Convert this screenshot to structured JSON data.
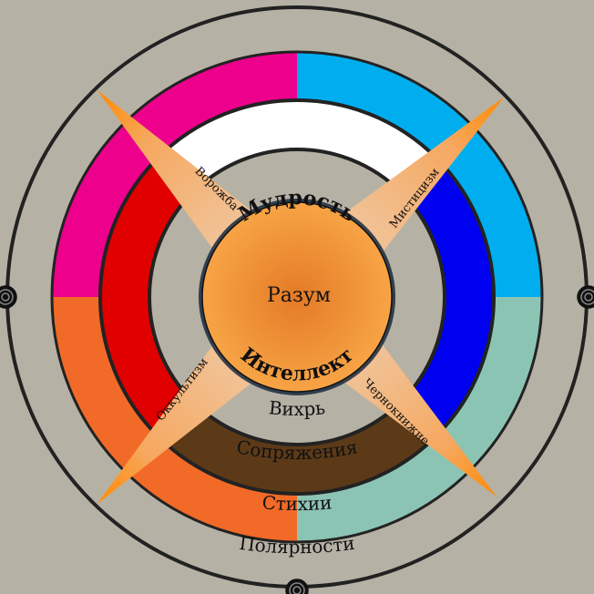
{
  "center": {
    "title": "Разум",
    "top_arc": "Мудрость",
    "bottom_arc": "Интеллект"
  },
  "blades": [
    {
      "label": "Ворожба"
    },
    {
      "label": "Мистицизм"
    },
    {
      "label": "Оккультизм"
    },
    {
      "label": "Чернокнижие"
    }
  ],
  "rings": {
    "inner_top": "Вихрь",
    "inner_band": "Сопряжения",
    "outer_band": "Стихии",
    "outermost": "Полярности"
  },
  "colors": {
    "background": "#b6b1a5",
    "outer_tl": "#ec008c",
    "outer_tr": "#00aeef",
    "outer_br": "#8cc4b4",
    "outer_bl": "#f26a28",
    "inner_top": "#ffffff",
    "inner_right": "#0000f0",
    "inner_bottom": "#5c3a18",
    "inner_left": "#e00000",
    "center": "#e8822a",
    "blade_tip": "#ff8a00",
    "blade_base": "#f0c49a"
  }
}
